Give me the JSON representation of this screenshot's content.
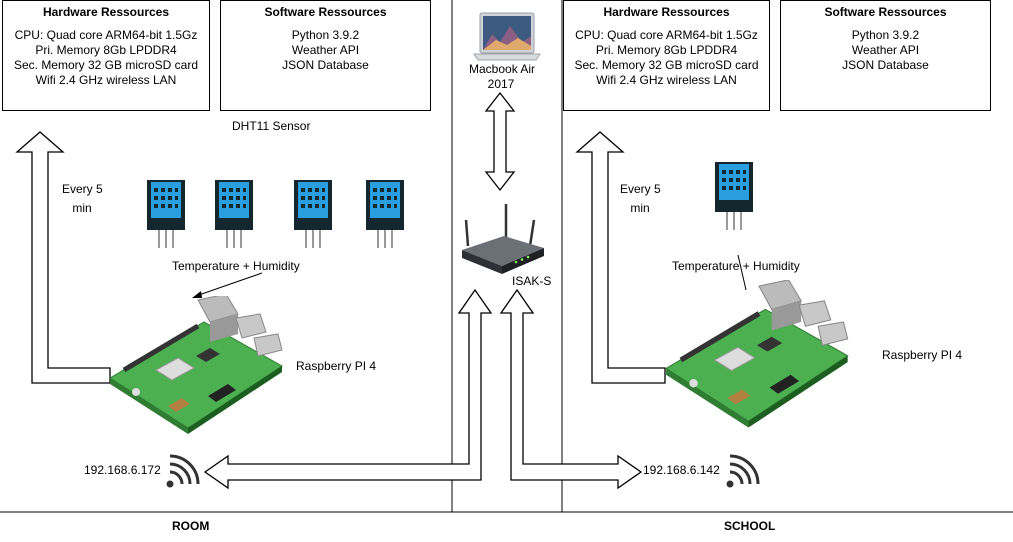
{
  "room": {
    "hardware": {
      "title": "Hardware Ressources",
      "lines": [
        "CPU: Quad core ARM64-bit 1.5Gz",
        "Pri. Memory 8Gb LPDDR4",
        "Sec. Memory 32 GB microSD card",
        "Wifi 2.4 GHz wireless LAN"
      ]
    },
    "software": {
      "title": "Software Ressources",
      "lines": [
        "Python 3.9.2",
        "Weather API",
        "JSON Database"
      ]
    },
    "sensor_label": "DHT11 Sensor",
    "interval_line1": "Every 5",
    "interval_line2": "min",
    "measure_label": "Temperature + Humidity",
    "device_label": "Raspberry PI 4",
    "ip": "192.168.6.172",
    "zone_label": "ROOM"
  },
  "school": {
    "hardware": {
      "title": "Hardware Ressources",
      "lines": [
        "CPU: Quad core ARM64-bit 1.5Gz",
        "Pri. Memory 8Gb LPDDR4",
        "Sec. Memory 32 GB microSD card",
        "Wifi 2.4 GHz wireless LAN"
      ]
    },
    "software": {
      "title": "Software Ressources",
      "lines": [
        "Python 3.9.2",
        "Weather API",
        "JSON Database"
      ]
    },
    "interval_line1": "Every 5",
    "interval_line2": "min",
    "measure_label": "Temperature + Humidity",
    "device_label": "Raspberry PI 4",
    "ip": "192.168.6.142",
    "zone_label": "SCHOOL"
  },
  "center": {
    "laptop_line1": "Macbook Air",
    "laptop_line2": "2017",
    "router_label": "ISAK-S"
  },
  "colors": {
    "sensor_blue": "#2a9fe0",
    "sensor_dark": "#14262e",
    "board_green": "#4caf50",
    "board_dark": "#2e7d32"
  },
  "icons": [
    "laptop-icon",
    "router-icon",
    "wifi-icon",
    "dht11-sensor-icon",
    "raspberry-pi-icon"
  ]
}
